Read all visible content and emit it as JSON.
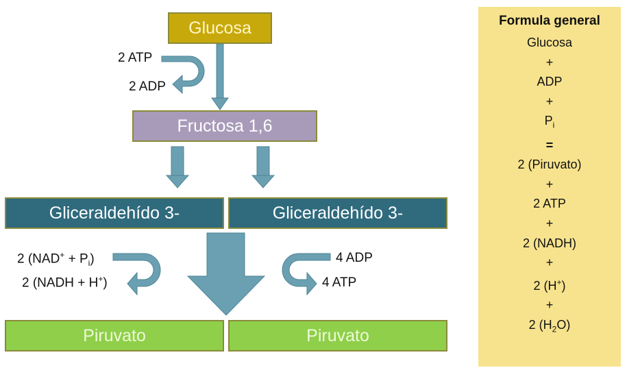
{
  "diagram": {
    "colors": {
      "glucosa": "#c8a90b",
      "fructosa": "#a89bb9",
      "gliceraldehido": "#2f6a7d",
      "piruvato": "#8fcf4a",
      "arrow": "#6aa0b2",
      "panel": "#f7e38e"
    },
    "nodes": {
      "glucosa": "Glucosa",
      "fructosa": "Fructosa 1,6",
      "gliceraldehido_left": "Gliceraldehído 3-",
      "gliceraldehido_right": "Gliceraldehído 3-",
      "piruvato_left": "Piruvato",
      "piruvato_right": "Piruvato"
    },
    "labels": {
      "atp_in": "2 ATP",
      "adp_out": "2 ADP",
      "nad_in_prefix": "2 (NAD",
      "nad_in_sup": "+",
      "nad_in_mid": " + P",
      "nad_in_sub": "i",
      "nad_in_suffix": ")",
      "nadh_out_prefix": "2 (NADH + H",
      "nadh_out_sup": "+",
      "nadh_out_suffix": ")",
      "adp_in": "4 ADP",
      "atp_out": "4 ATP"
    }
  },
  "formula_panel": {
    "title": "Formula general",
    "glucosa": "Glucosa",
    "plus": "+",
    "adp": "ADP",
    "p": "P",
    "p_sub": "i",
    "equals": "=",
    "piruvato": "2 (Piruvato)",
    "atp": "2 ATP",
    "nadh": "2 (NADH)",
    "h_prefix": "2 (H",
    "h_sup": "+",
    "h_suffix": ")",
    "h2o_prefix": "2 (H",
    "h2o_sub": "2",
    "h2o_suffix": "O)"
  }
}
